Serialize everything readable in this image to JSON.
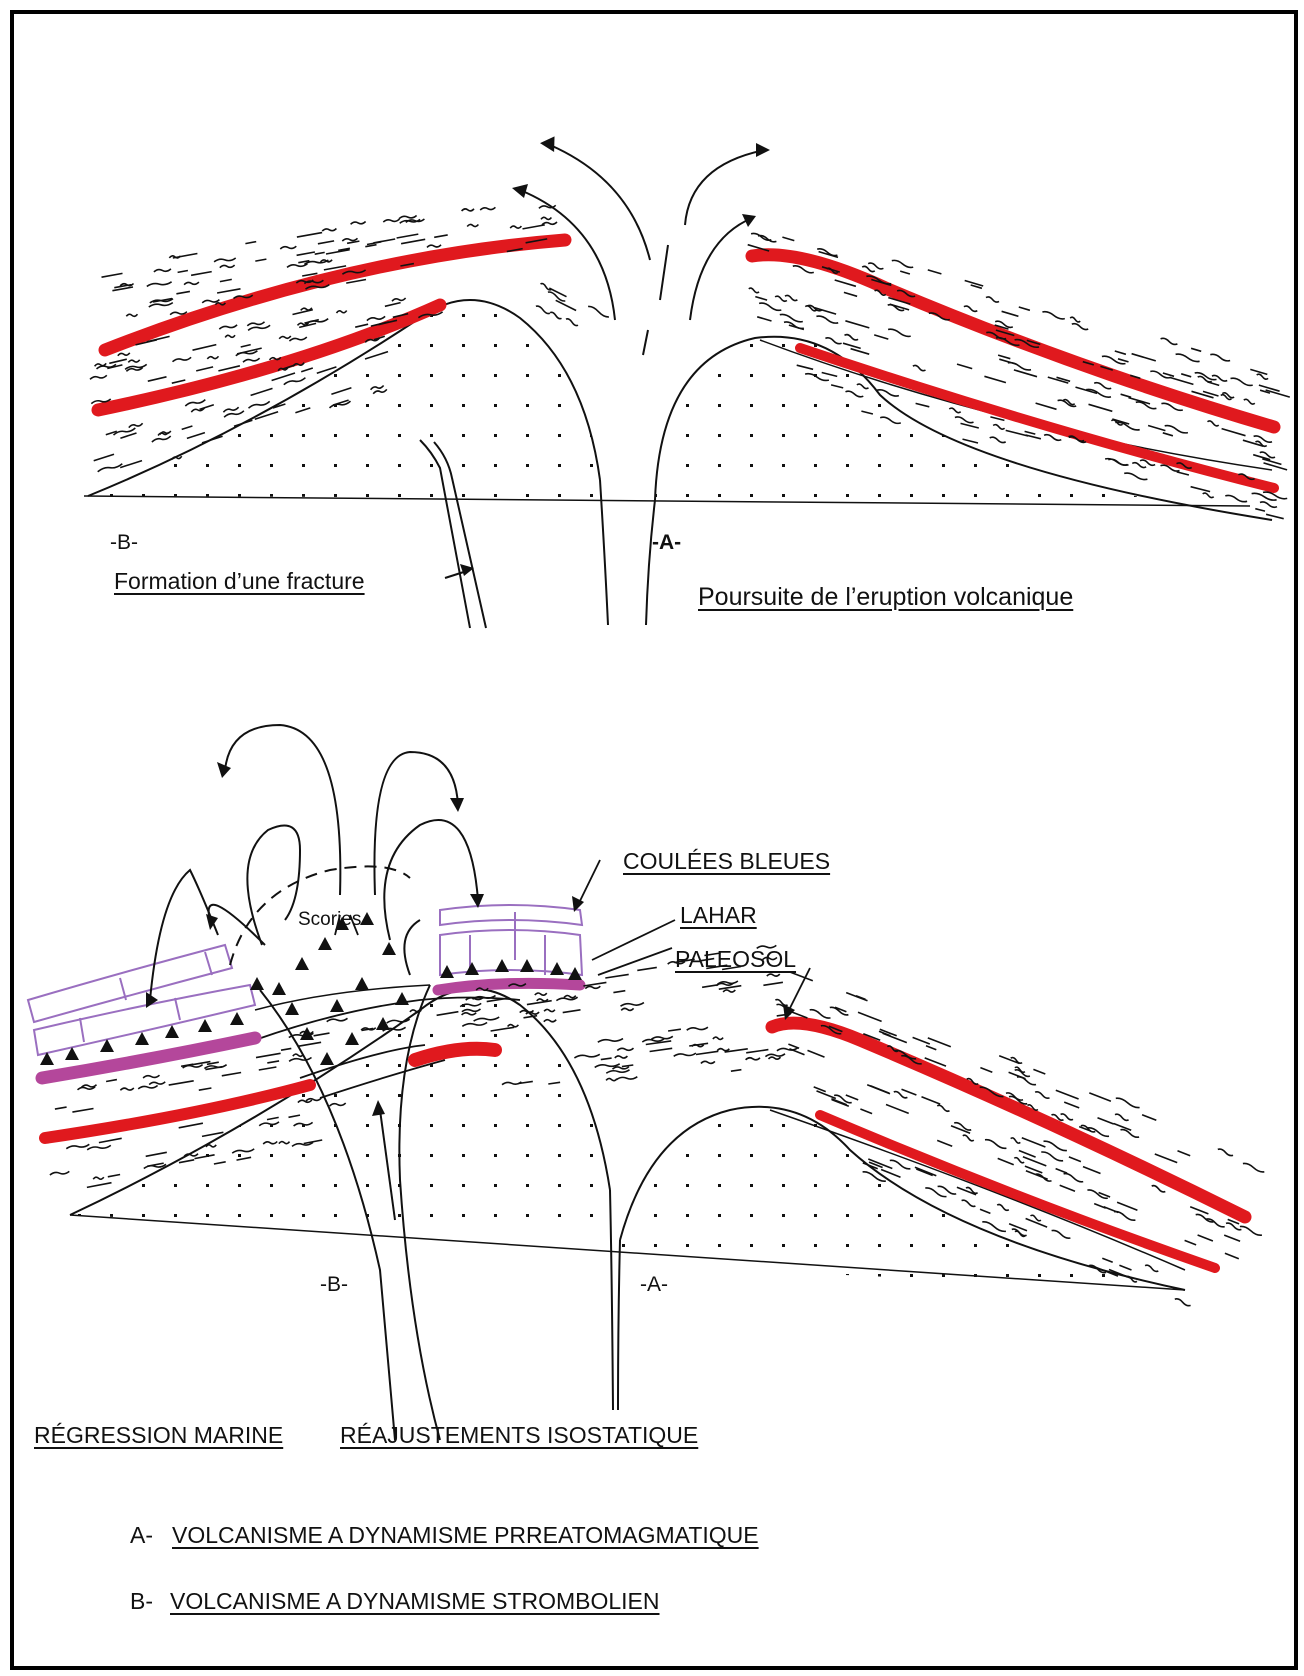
{
  "colors": {
    "basalt_flow": "#e0191e",
    "paleosol": "#b4479b",
    "blue_flows_outline": "#9a6fc0",
    "line": "#111111"
  },
  "top_panel": {
    "label_b": "-B-",
    "label_a": "-A-",
    "fracture_caption": "Formation d’une fracture",
    "eruption_caption": "Poursuite de l’eruption volcanique"
  },
  "bottom_panel": {
    "coulees_bleues": "COULÉES  BLEUES",
    "lahar": "LAHAR",
    "paleosol": "PALEOSOL",
    "scories": "Scories",
    "label_b": "-B-",
    "label_a": "-A-",
    "regression": "RÉGRESSION MARINE",
    "reajustements": "RÉAJUSTEMENTS ISOSTATIQUE"
  },
  "legend": {
    "a_prefix": "A-",
    "a_text": "VOLCANISME  A  DYNAMISME  PRREATOMAGMATIQUE",
    "b_prefix": "B-",
    "b_text": "VOLCANISME  A  DYNAMISME   STROMBOLIEN"
  }
}
